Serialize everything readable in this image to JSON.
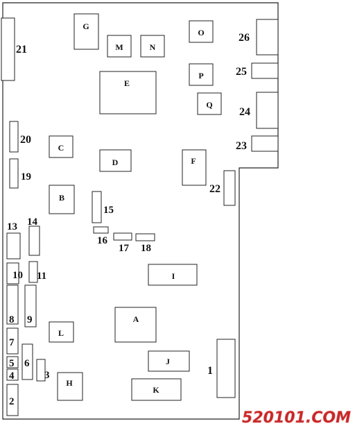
{
  "diagram": {
    "border_color": "#222222",
    "box_labels": {
      "G": "G",
      "M": "M",
      "N": "N",
      "O": "O",
      "E": "E",
      "P": "P",
      "Q": "Q",
      "C": "C",
      "D": "D",
      "F": "F",
      "B": "B",
      "I": "I",
      "A": "A",
      "L": "L",
      "J": "J",
      "H": "H",
      "K": "K"
    },
    "numbers": {
      "n1": "1",
      "n2": "2",
      "n3": "3",
      "n4": "4",
      "n5": "5",
      "n6": "6",
      "n7": "7",
      "n8": "8",
      "n9": "9",
      "n10": "10",
      "n11": "11",
      "n13": "13",
      "n14": "14",
      "n15": "15",
      "n16": "16",
      "n17": "17",
      "n18": "18",
      "n19": "19",
      "n20": "20",
      "n21": "21",
      "n22": "22",
      "n23": "23",
      "n24": "24",
      "n25": "25",
      "n26": "26"
    },
    "watermark": {
      "text": "520101.COM",
      "color_main": "#c62828",
      "color_light": "#e57373"
    }
  }
}
